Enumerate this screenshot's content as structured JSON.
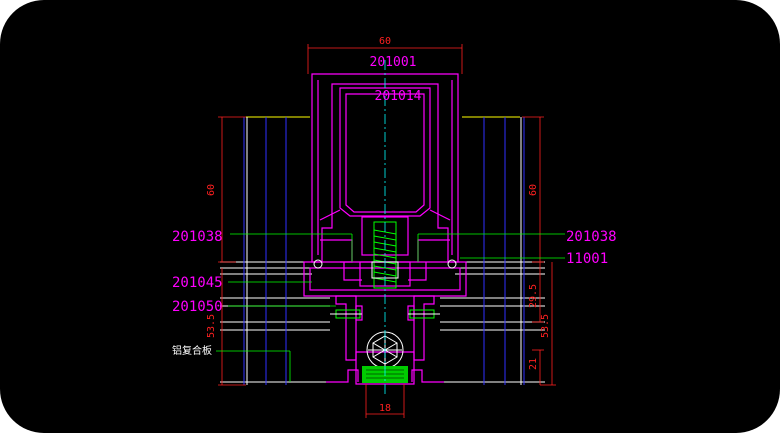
{
  "colors": {
    "background": "#000000",
    "profile": "#ff00ff",
    "dimension": "#ff2020",
    "leader": "#00ff00",
    "glass": "#ffffff",
    "mullion_edge": "#3030ff",
    "axis": "#00ffff",
    "edge_trim": "#ffff00",
    "seal": "#00ff00",
    "fastener": "#ffff00"
  },
  "dimensions": {
    "top_width": "60",
    "left_height": "60",
    "right_height": "60",
    "left_lower": "53.5",
    "right_mid": "29.5",
    "right_lower": "53.5",
    "right_small": "21",
    "bottom_width": "18"
  },
  "parts": {
    "outer_profile": "201001",
    "inner_profile": "201014",
    "left_clip": "201038",
    "right_clip": "201038",
    "right_bracket": "11001",
    "left_pressure_plate": "201045",
    "left_cover": "201050",
    "panel_note": "铝复合板"
  }
}
